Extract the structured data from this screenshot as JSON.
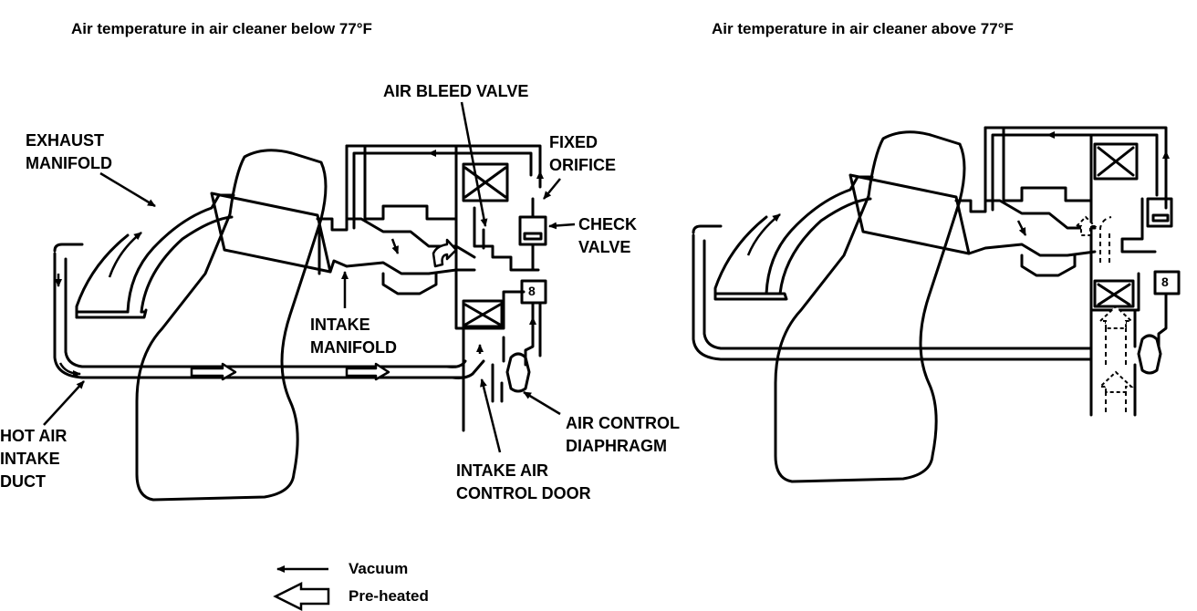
{
  "titles": {
    "left": "Air temperature in air cleaner below 77°F",
    "right": "Air temperature in air cleaner above 77°F"
  },
  "labels": {
    "air_bleed_valve": "AIR BLEED VALVE",
    "exhaust_manifold": "EXHAUST\nMANIFOLD",
    "fixed_orifice": "FIXED\nORIFICE",
    "check_valve": "CHECK\nVALVE",
    "intake_manifold": "INTAKE\nMANIFOLD",
    "hot_air_intake_duct": "HOT AIR\nINTAKE\nDUCT",
    "air_control_diaphragm": "AIR CONTROL\nDIAPHRAGM",
    "intake_air_control_door": "INTAKE AIR\nCONTROL DOOR",
    "sensor_left": "8",
    "sensor_right": "8"
  },
  "legend": {
    "vacuum": "Vacuum",
    "preheated": "Pre-heated"
  }
}
